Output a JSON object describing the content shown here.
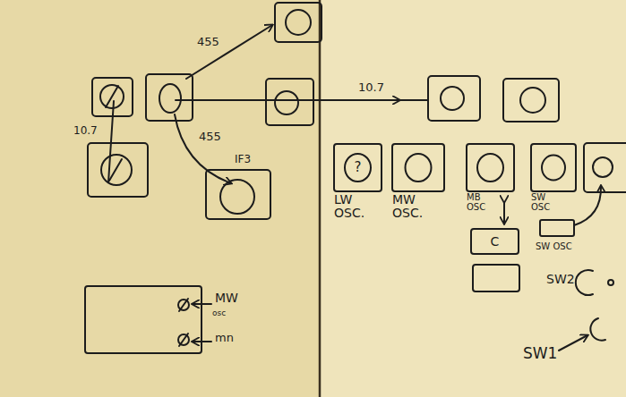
{
  "diagram": {
    "nodes": [
      {
        "text": [
          "?",
          "LW OSC."
        ]
      },
      {
        "text": [
          "MW OSC."
        ]
      },
      {
        "text": [
          "MB OSC"
        ]
      },
      {
        "text": [
          "SW OSC"
        ]
      },
      {
        "text": [
          "C"
        ]
      }
    ],
    "labels": [
      "455",
      "10.7",
      "10.7",
      "455",
      "IF3",
      "MW",
      "osc",
      "mn",
      "SW OSC",
      "SW2",
      "SW1"
    ]
  }
}
